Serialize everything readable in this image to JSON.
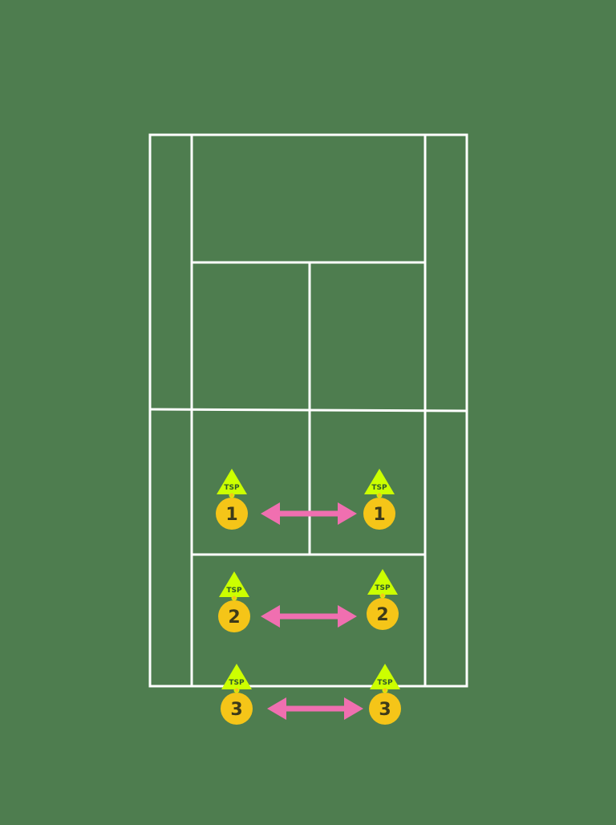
{
  "colors": {
    "background": "#4e7d4f",
    "court_lines": "#ffffff",
    "cone_fill": "#ccff00",
    "cone_text": "#2f5a2a",
    "player_fill": "#f5c518",
    "player_text": "#3d3a1a",
    "arrow": "#f06fb0"
  },
  "icons": {
    "cone": "triangle-cone-icon",
    "player": "circle-player-icon",
    "arrow": "double-headed-arrow-icon"
  },
  "pairs": [
    {
      "left": {
        "cone_label": "TSP",
        "player_label": "1"
      },
      "right": {
        "cone_label": "TSP",
        "player_label": "1"
      }
    },
    {
      "left": {
        "cone_label": "TSP",
        "player_label": "2"
      },
      "right": {
        "cone_label": "TSP",
        "player_label": "2"
      }
    },
    {
      "left": {
        "cone_label": "TSP",
        "player_label": "3"
      },
      "right": {
        "cone_label": "TSP",
        "player_label": "3"
      }
    }
  ]
}
